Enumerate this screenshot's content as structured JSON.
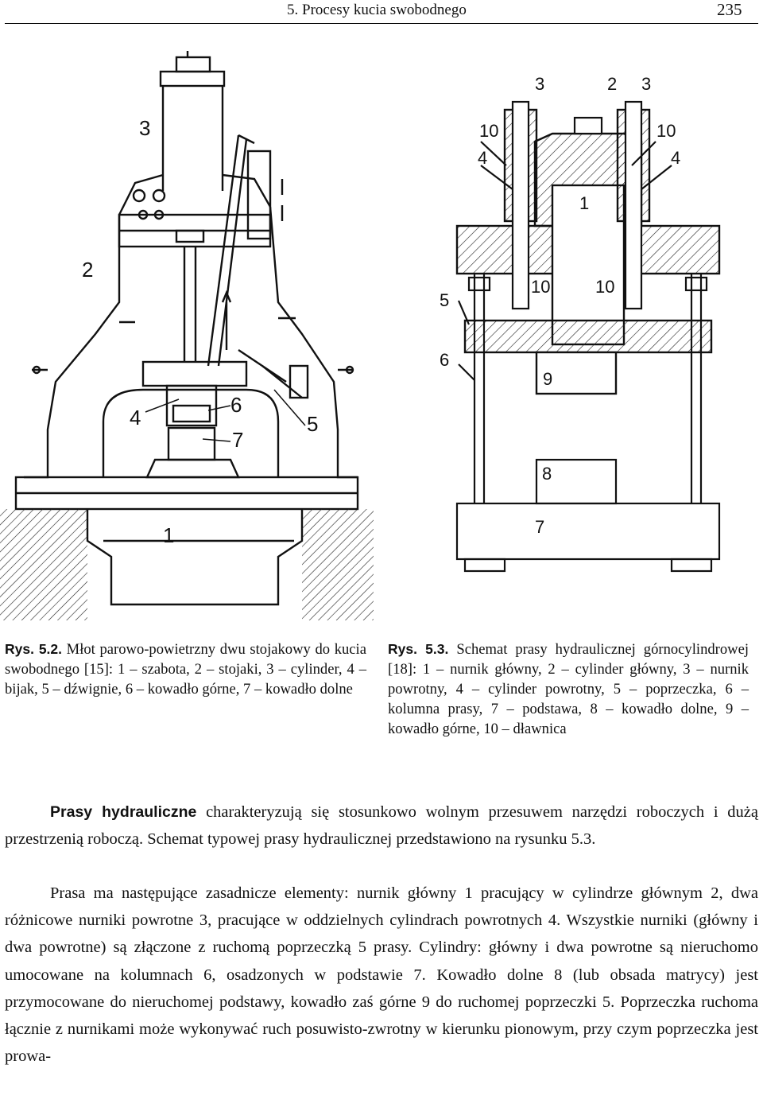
{
  "header": {
    "chapter_title": "5. Procesy kucia swobodnego",
    "page_number": "235"
  },
  "figure_left": {
    "labels": [
      "1",
      "2",
      "3",
      "4",
      "5",
      "6",
      "7"
    ],
    "caption_label": "Rys. 5.2.",
    "caption_text": "Młot parowo-powietrzny dwu stojakowy do kucia swobodnego [15]: 1 – szabota, 2 – stojaki, 3 – cylinder, 4 – bijak, 5 – dźwignie, 6 – kowadło górne, 7 – kowadło dolne"
  },
  "figure_right": {
    "labels": [
      "1",
      "2",
      "3",
      "4",
      "5",
      "6",
      "7",
      "8",
      "9",
      "10"
    ],
    "caption_label": "Rys. 5.3.",
    "caption_text": "Schemat prasy hydraulicznej górnocylindrowej [18]: 1 – nurnik główny, 2 – cylinder główny, 3 – nurnik powrotny, 4 – cylinder powrotny, 5 – poprzeczka, 6 – kolumna prasy, 7 – podstawa, 8 – kowadło dolne, 9 – kowadło górne, 10 – dławnica"
  },
  "body": {
    "p1_bold": "Prasy hydrauliczne",
    "p1_rest": " charakteryzują się stosunkowo wolnym przesuwem narzędzi roboczych i dużą przestrzenią roboczą. Schemat typowej prasy hydraulicznej przedstawiono na rysunku 5.3.",
    "p2": "Prasa ma następujące zasadnicze elementy: nurnik główny 1 pracujący w cylindrze głównym 2, dwa różnicowe nurniki powrotne 3, pracujące w oddzielnych cylindrach powrotnych 4. Wszystkie nurniki (główny i dwa powrotne) są złączone z ruchomą poprzeczką 5 prasy. Cylindry: główny i dwa powrotne są nieruchomo umocowane na kolumnach 6, osadzonych w podstawie 7. Kowadło dolne 8 (lub obsada matrycy) jest przymocowane do nieruchomej podstawy, kowadło zaś górne 9 do ruchomej poprzeczki 5. Poprzeczka ruchoma łącznie z nurnikami może wykonywać ruch posuwisto-zwrotny w kierunku pionowym, przy czym poprzeczka jest prowa-"
  }
}
